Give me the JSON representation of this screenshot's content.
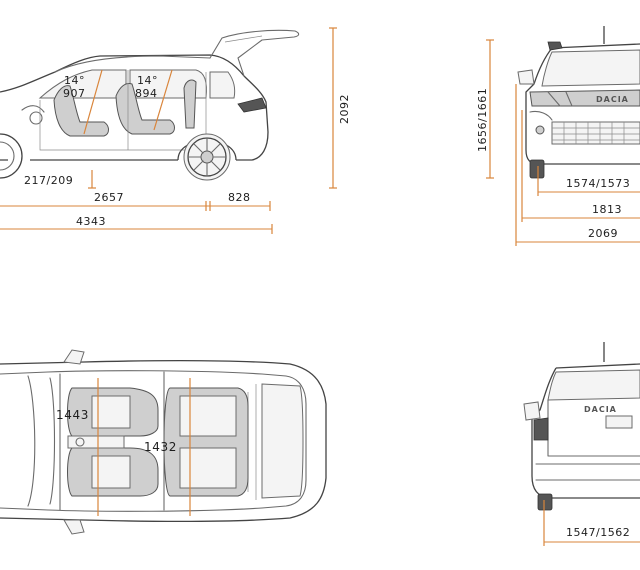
{
  "side_view": {
    "seat_angle_front": "14°",
    "headroom_front": "907",
    "seat_angle_rear": "14°",
    "headroom_rear": "894",
    "height": "2092",
    "ground_clearance": "217/209",
    "wheelbase": "2657",
    "rear_overhang": "828",
    "length": "4343"
  },
  "front_view": {
    "height": "1656/1661",
    "front_track": "1574/1573",
    "width": "1813",
    "width_mirrors": "2069"
  },
  "top_view": {
    "front_elbow_width": "1443",
    "rear_elbow_width": "1432"
  },
  "rear_view": {
    "rear_track": "1547/1562",
    "brand": "DACIA"
  }
}
